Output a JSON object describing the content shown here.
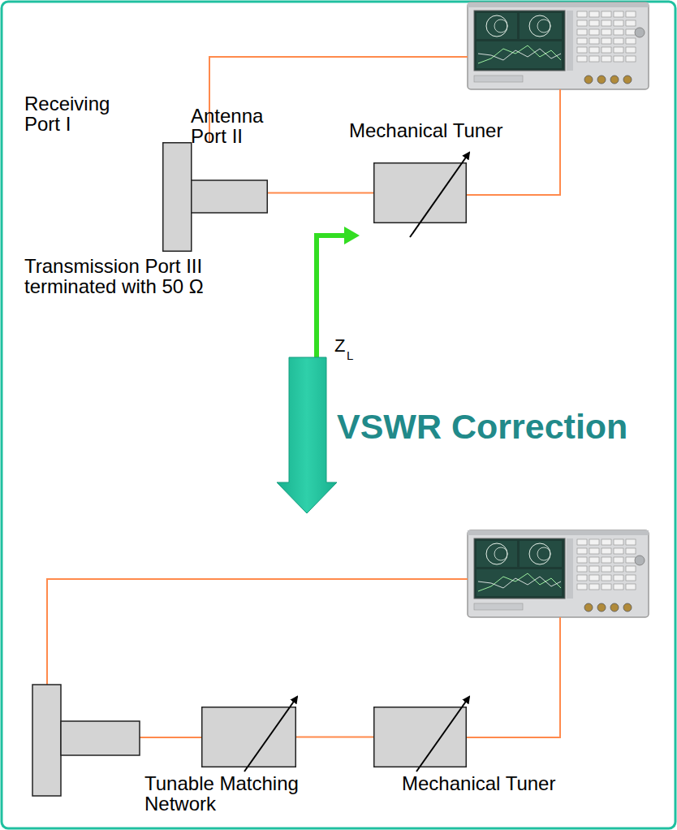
{
  "diagram": {
    "nodes": [
      {
        "text": [
          "Receiving Port I",
          "Antenna Port II",
          "Transmission Port III terminated with 50 Ω"
        ]
      },
      {
        "text": [
          "Mechanical Tuner"
        ]
      },
      {
        "text": [
          "Tunable Matching Network"
        ]
      },
      {
        "text": [
          "Mechanical Tuner"
        ]
      }
    ],
    "edges": [
      {
        "from": 0,
        "to": 1,
        "arrow": "none"
      },
      {
        "from": 2,
        "to": 3,
        "arrow": "none"
      }
    ],
    "labels": [
      "Z",
      "L",
      "VSWR Correction"
    ]
  }
}
